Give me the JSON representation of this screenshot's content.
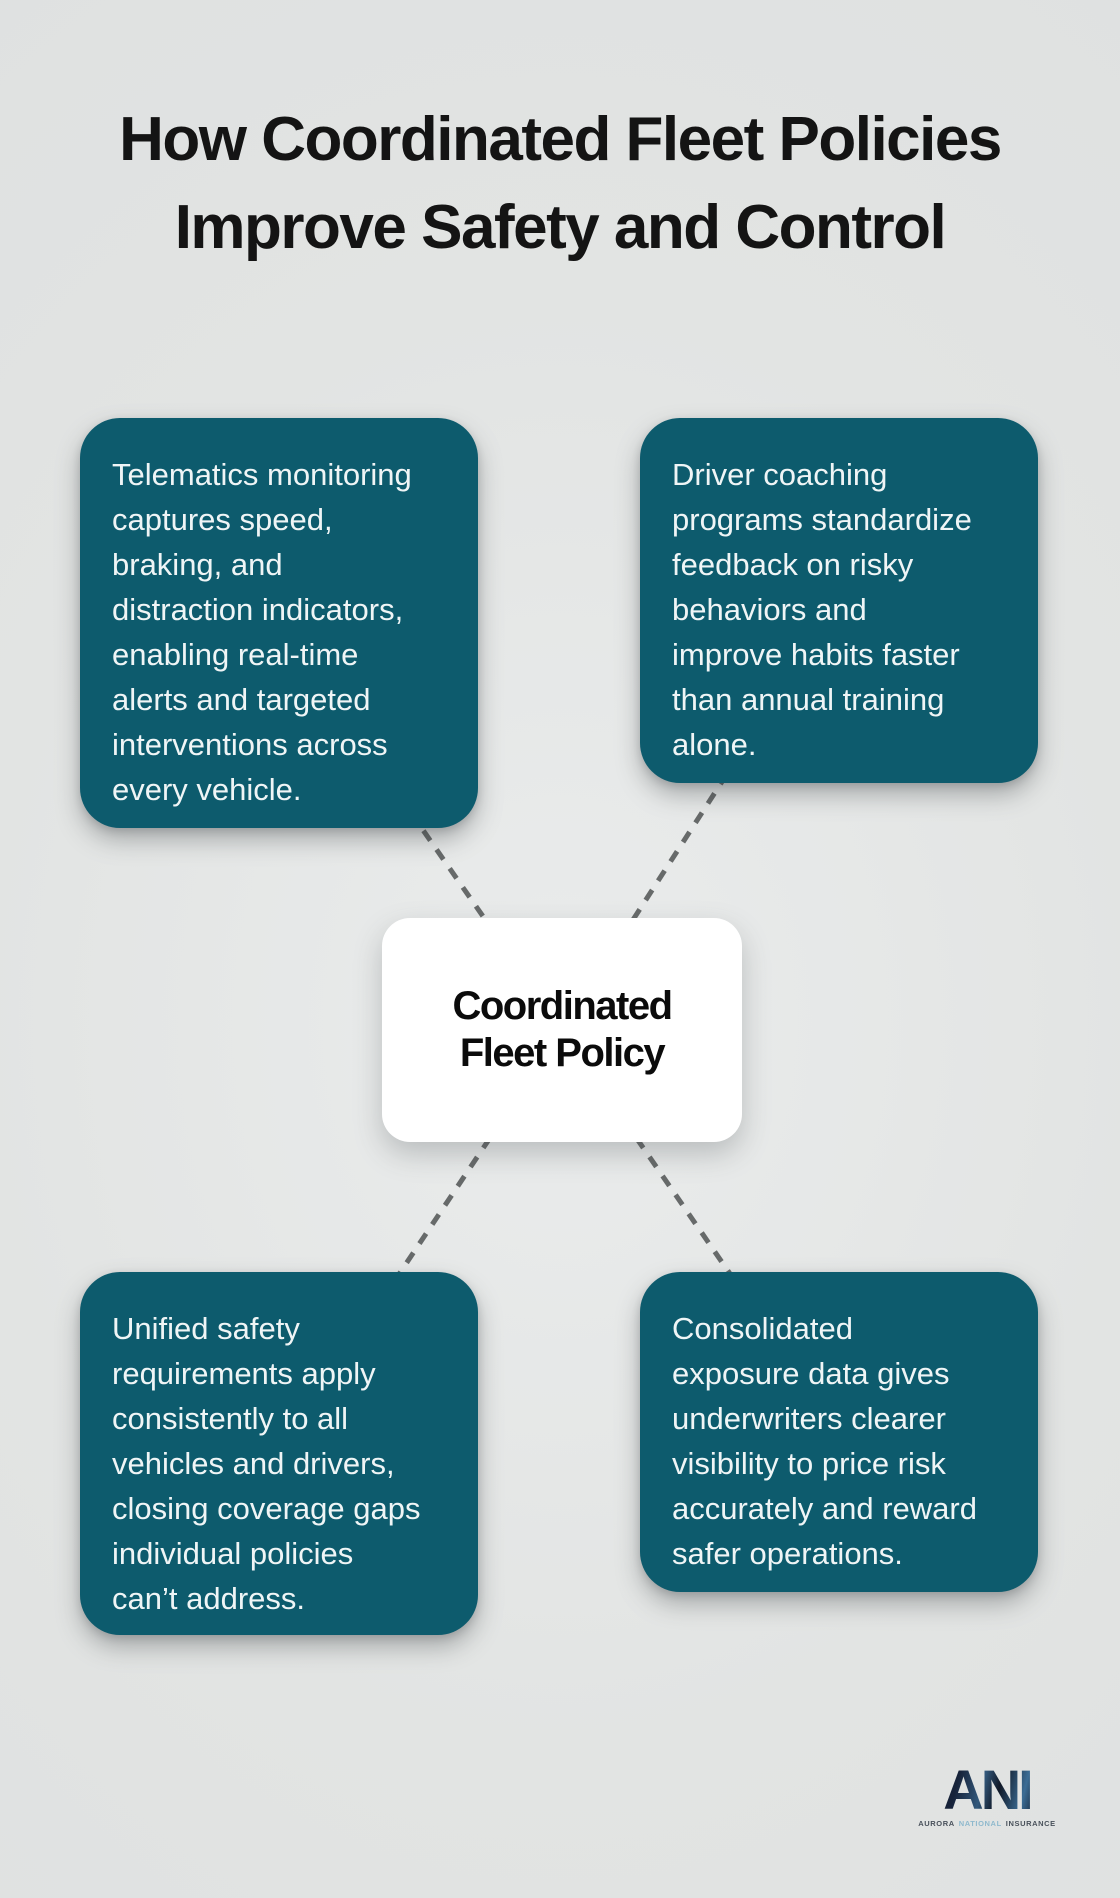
{
  "title": {
    "lines": [
      "How Coordinated Fleet Policies",
      "Improve Safety and Control"
    ],
    "color": "#141414"
  },
  "center_node": {
    "lines": [
      "Coordinated",
      "Fleet Policy"
    ],
    "background": "#ffffff",
    "text_color": "#0b0b0b"
  },
  "nodes": [
    {
      "id": "telematics-monitoring",
      "position": "top-left",
      "lines": [
        "Telematics monitoring",
        "captures speed,",
        "braking, and",
        "distraction indicators,",
        "enabling real-time",
        "alerts and targeted",
        "interventions across",
        "every vehicle."
      ]
    },
    {
      "id": "driver-coaching",
      "position": "top-right",
      "lines": [
        "Driver coaching",
        "programs standardize",
        "feedback on risky",
        "behaviors and",
        "improve habits faster",
        "than annual training",
        "alone."
      ]
    },
    {
      "id": "unified-safety",
      "position": "bottom-left",
      "lines": [
        "Unified safety",
        "requirements apply",
        "consistently to all",
        "vehicles and drivers,",
        "closing coverage gaps",
        "individual policies",
        "can’t address."
      ]
    },
    {
      "id": "consolidated-exposure",
      "position": "bottom-right",
      "lines": [
        "Consolidated",
        "exposure data gives",
        "underwriters clearer",
        "visibility to price risk",
        "accurately and reward",
        "safer operations."
      ]
    }
  ],
  "node_style": {
    "background": "#0d5b6d",
    "text_color": "#eff5f6"
  },
  "connectors": {
    "style": "dashed",
    "color": "#676a6a"
  },
  "page": {
    "background": "#e2e4e3"
  },
  "logo": {
    "acronym": "ANI",
    "tagline": [
      "AURORA",
      "NATIONAL",
      "INSURANCE"
    ],
    "acronym_color": "#131b2c",
    "tagline_color": "#49515b",
    "tagline_accent_color": "#8fb9cd"
  }
}
